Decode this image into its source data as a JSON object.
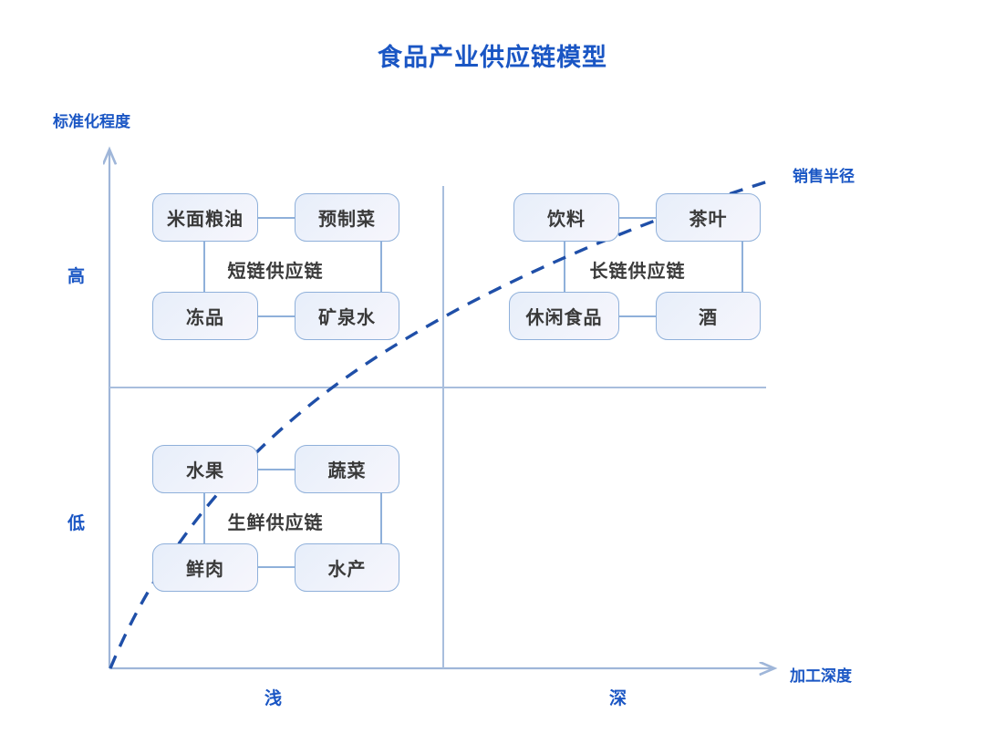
{
  "title": "食品产业供应链模型",
  "colors": {
    "accent": "#1a56c4",
    "axis_line": "#9fb6d9",
    "node_border": "#8fb0da",
    "node_text": "#3a3a3a",
    "curve": "#1f4fa8"
  },
  "axes": {
    "y_title": "标准化程度",
    "x_title": "加工深度",
    "y_ticks": [
      "高",
      "低"
    ],
    "x_ticks": [
      "浅",
      "深"
    ]
  },
  "curve": {
    "label": "销售半径",
    "style": "dashed",
    "description": "从原点向右上方上升的虚线曲线"
  },
  "quadrants": [
    {
      "id": "top-left",
      "group_label": "短链供应链",
      "nodes": [
        {
          "id": "rice-flour-grain-oil",
          "label": "米面粮油"
        },
        {
          "id": "prepared-dishes",
          "label": "预制菜"
        },
        {
          "id": "frozen-goods",
          "label": "冻品"
        },
        {
          "id": "mineral-water",
          "label": "矿泉水"
        }
      ]
    },
    {
      "id": "top-right",
      "group_label": "长链供应链",
      "nodes": [
        {
          "id": "beverages",
          "label": "饮料"
        },
        {
          "id": "tea",
          "label": "茶叶"
        },
        {
          "id": "snack-foods",
          "label": "休闲食品"
        },
        {
          "id": "liquor",
          "label": "酒"
        }
      ]
    },
    {
      "id": "bottom-left",
      "group_label": "生鲜供应链",
      "nodes": [
        {
          "id": "fruit",
          "label": "水果"
        },
        {
          "id": "vegetable",
          "label": "蔬菜"
        },
        {
          "id": "fresh-meat",
          "label": "鲜肉"
        },
        {
          "id": "aquatic",
          "label": "水产"
        }
      ]
    }
  ],
  "chart_data": {
    "type": "scatter",
    "title": "食品产业供应链模型",
    "xlabel": "加工深度",
    "ylabel": "标准化程度",
    "xticks": [
      "浅",
      "深"
    ],
    "yticks": [
      "低",
      "高"
    ],
    "grid": "quadrant-split",
    "annotations": [
      "销售半径"
    ],
    "groups": [
      {
        "name": "短链供应链",
        "quadrant": "高标准化 / 浅加工",
        "items": [
          "米面粮油",
          "预制菜",
          "冻品",
          "矿泉水"
        ]
      },
      {
        "name": "长链供应链",
        "quadrant": "高标准化 / 深加工",
        "items": [
          "饮料",
          "茶叶",
          "休闲食品",
          "酒"
        ]
      },
      {
        "name": "生鲜供应链",
        "quadrant": "低标准化 / 浅加工",
        "items": [
          "水果",
          "蔬菜",
          "鲜肉",
          "水产"
        ]
      }
    ]
  }
}
